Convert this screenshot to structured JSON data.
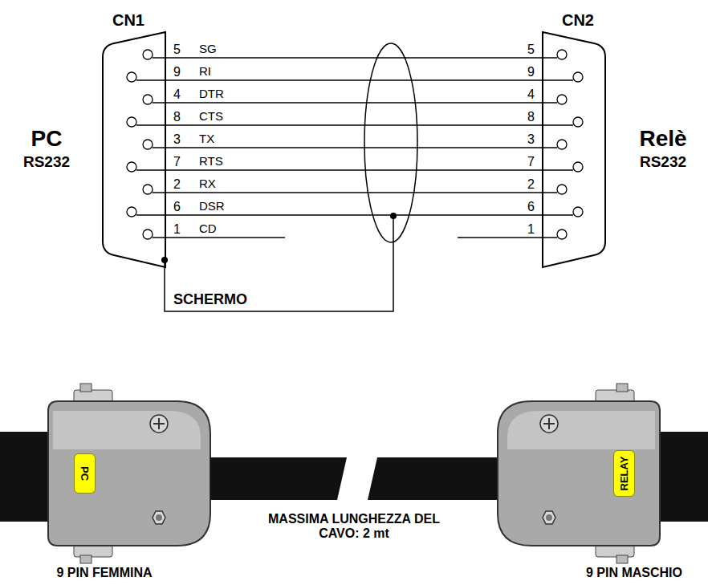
{
  "diagram": {
    "nodes": [
      {
        "text": [
          "PC"
        ]
      },
      {
        "text": [
          "RELAY"
        ]
      }
    ],
    "labels": [
      "CN1",
      "CN2",
      "PC",
      "RS232",
      "Relè",
      "RS232",
      "5",
      "9",
      "4",
      "8",
      "3",
      "7",
      "2",
      "6",
      "1",
      "SG",
      "RI",
      "DTR",
      "CTS",
      "TX",
      "RTS",
      "RX",
      "DSR",
      "CD",
      "5",
      "9",
      "4",
      "8",
      "3",
      "7",
      "2",
      "6",
      "1",
      "SCHERMO",
      "MASSIMA LUNGHEZZA DEL CAVO: 2 mt",
      "9 PIN FEMMINA",
      "9 PIN MASCHIO"
    ]
  }
}
